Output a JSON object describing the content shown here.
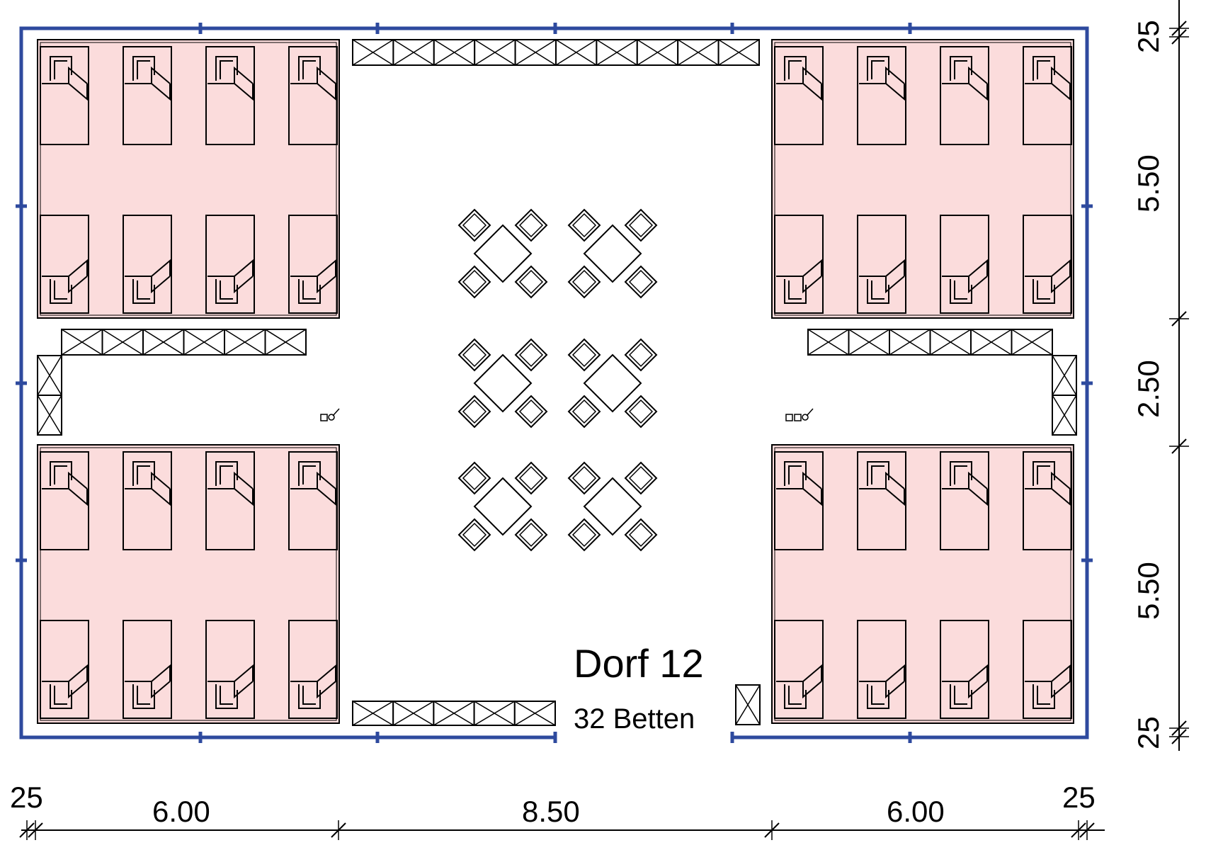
{
  "title": "Dorf 12",
  "subtitle": "32 Betten",
  "colors": {
    "wall": "#2e4a9e",
    "room_fill": "#fbdcdc",
    "line": "#000000"
  },
  "dimensions": {
    "horizontal": [
      "25",
      "6.00",
      "8.50",
      "6.00",
      "25"
    ],
    "vertical": [
      "25",
      "5.50",
      "2.50",
      "5.50",
      "25"
    ]
  },
  "rooms": [
    {
      "name": "room-top-left",
      "beds": 8
    },
    {
      "name": "room-top-right",
      "beds": 8
    },
    {
      "name": "room-bottom-left",
      "beds": 8
    },
    {
      "name": "room-bottom-right",
      "beds": 8
    }
  ],
  "dining": {
    "tables": 6,
    "chairs_per_table": 4
  },
  "icons": [
    "bed-icon",
    "table-icon",
    "chair-icon",
    "locker-icon",
    "sink-icon"
  ]
}
